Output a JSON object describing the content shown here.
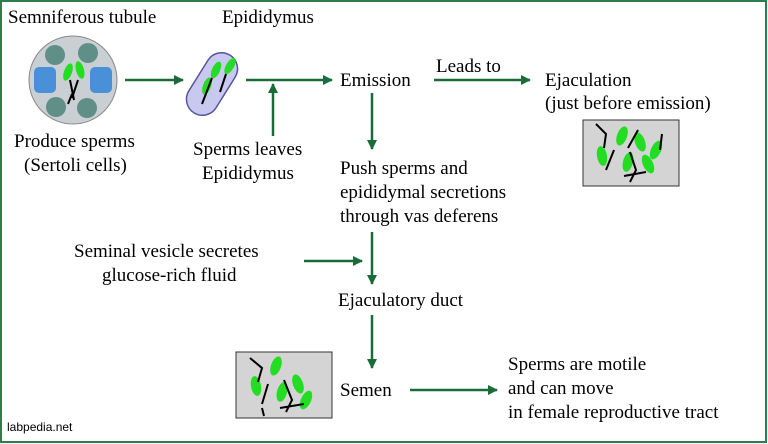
{
  "labels": {
    "seminiferous_tubule": "Semniferous tubule",
    "epididymus": "Epididymus",
    "emission": "Emission",
    "leads_to": "Leads to",
    "ejaculation": "Ejaculation",
    "ejaculation_note": "(just before emission)",
    "produce_sperms": "Produce sperms",
    "sertoli_cells": "(Sertoli cells)",
    "sperms_leaves_1": "Sperms leaves",
    "sperms_leaves_2": "Epididymus",
    "push_1": "Push sperms and",
    "push_2": "epididymal secretions",
    "push_3": "through vas deferens",
    "vesicle_1": "Seminal vesicle secretes",
    "vesicle_2": "glucose-rich fluid",
    "ejaculatory_duct": "Ejaculatory duct",
    "semen": "Semen",
    "motile_1": "Sperms are motile",
    "motile_2": "and can move",
    "motile_3": "in female reproductive tract",
    "watermark": "labpedia.net"
  },
  "colors": {
    "arrow": "#1a6b3a",
    "border": "#2e7d4f",
    "sperm_head": "#22dd22",
    "sertoli": "#4a90d9",
    "germ_cell": "#5f8f86",
    "tubule_fill": "#c9cfd3",
    "epididymus_fill": "#c8c8f0",
    "epididymus_stroke": "#555599",
    "sample_fill": "#d4d4d4"
  }
}
